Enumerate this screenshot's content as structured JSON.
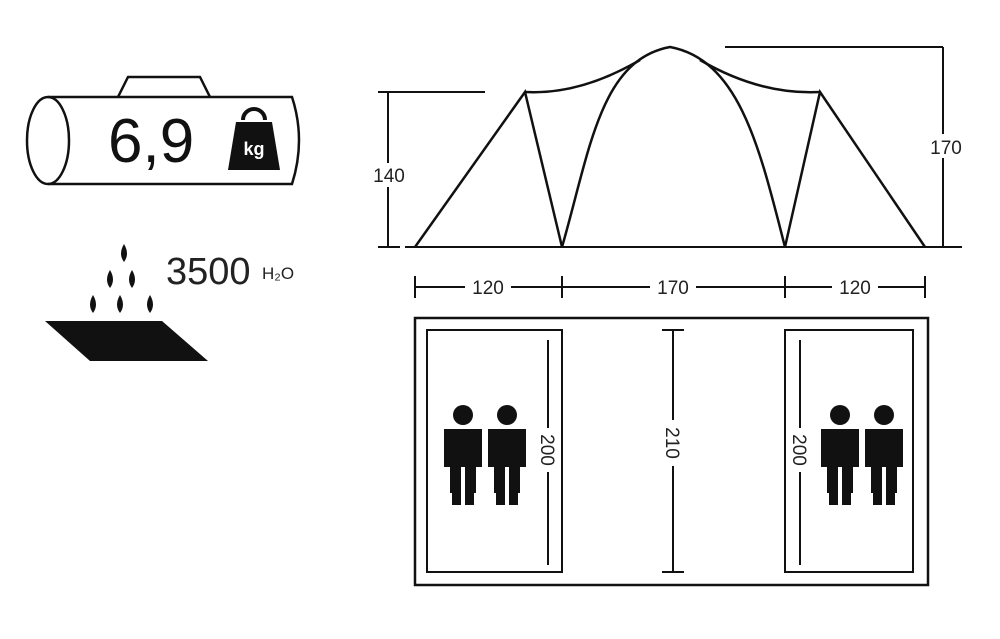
{
  "weight": {
    "value": "6,9",
    "unit": "kg"
  },
  "waterproof": {
    "value": "3500",
    "unit": "H₂O"
  },
  "side_view": {
    "height_side": "140",
    "height_center": "170"
  },
  "widths": [
    "120",
    "170",
    "120"
  ],
  "floor": {
    "room_left_length": "200",
    "center_length": "210",
    "room_right_length": "200"
  },
  "colors": {
    "line": "#111111",
    "background": "#ffffff"
  }
}
